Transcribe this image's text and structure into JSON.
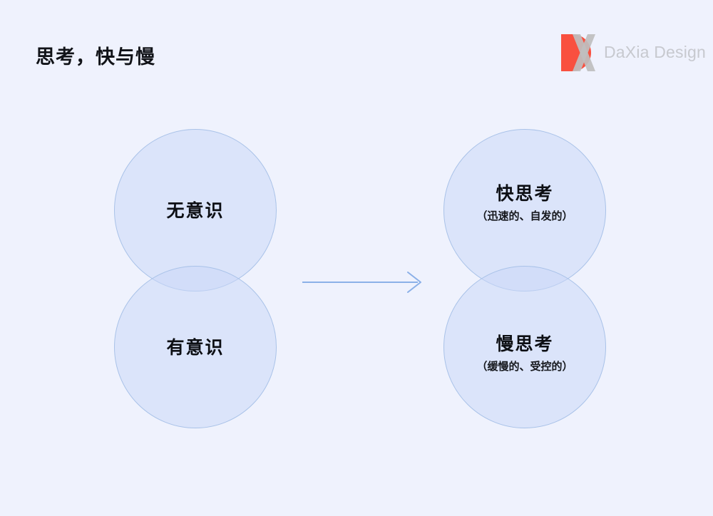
{
  "slide": {
    "title": "思考，快与慢",
    "background_color": "#eff2fd"
  },
  "brand": {
    "name": "DaXia Design",
    "mark_icon": "daxia-dx-monogram-icon",
    "mark_red": "#f9503f",
    "mark_gray": "#bfbfbf",
    "name_color": "#c7c9cf"
  },
  "diagram": {
    "type": "two-overlapping-circle-pairs-with-arrow",
    "circle_fill": "#c9d7f8",
    "circle_stroke": "#a9c2e8",
    "arrow_color": "#8bb0e8",
    "arrow_icon": "arrow-right-icon",
    "left_group": [
      {
        "label": "无意识",
        "sub": ""
      },
      {
        "label": "有意识",
        "sub": ""
      }
    ],
    "right_group": [
      {
        "label": "快思考",
        "sub": "（迅速的、自发的）"
      },
      {
        "label": "慢思考",
        "sub": "（缓慢的、受控的）"
      }
    ]
  }
}
